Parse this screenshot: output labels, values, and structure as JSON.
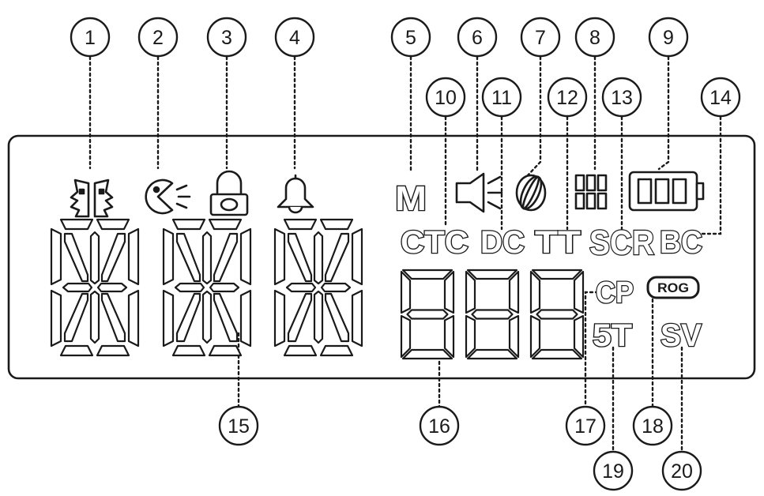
{
  "callouts": [
    "1",
    "2",
    "3",
    "4",
    "5",
    "6",
    "7",
    "8",
    "9",
    "10",
    "11",
    "12",
    "13",
    "14",
    "15",
    "16",
    "17",
    "18",
    "19",
    "20"
  ],
  "indicators": {
    "m": "M",
    "ctc": "CTC",
    "dc": "DC",
    "tt": "TT",
    "scr": "SCR",
    "bc": "BC",
    "cp": "CP",
    "rog": "ROG",
    "st": "5T",
    "sv": "SV"
  },
  "icons": [
    "mouth-icon",
    "pacman-icon",
    "lock-icon",
    "bell-icon",
    "speaker-icon",
    "rotation-icon",
    "channel-grid-icon",
    "battery-icon"
  ],
  "displays": {
    "alphanumeric_digits": 3,
    "numeric_digits": 3
  }
}
